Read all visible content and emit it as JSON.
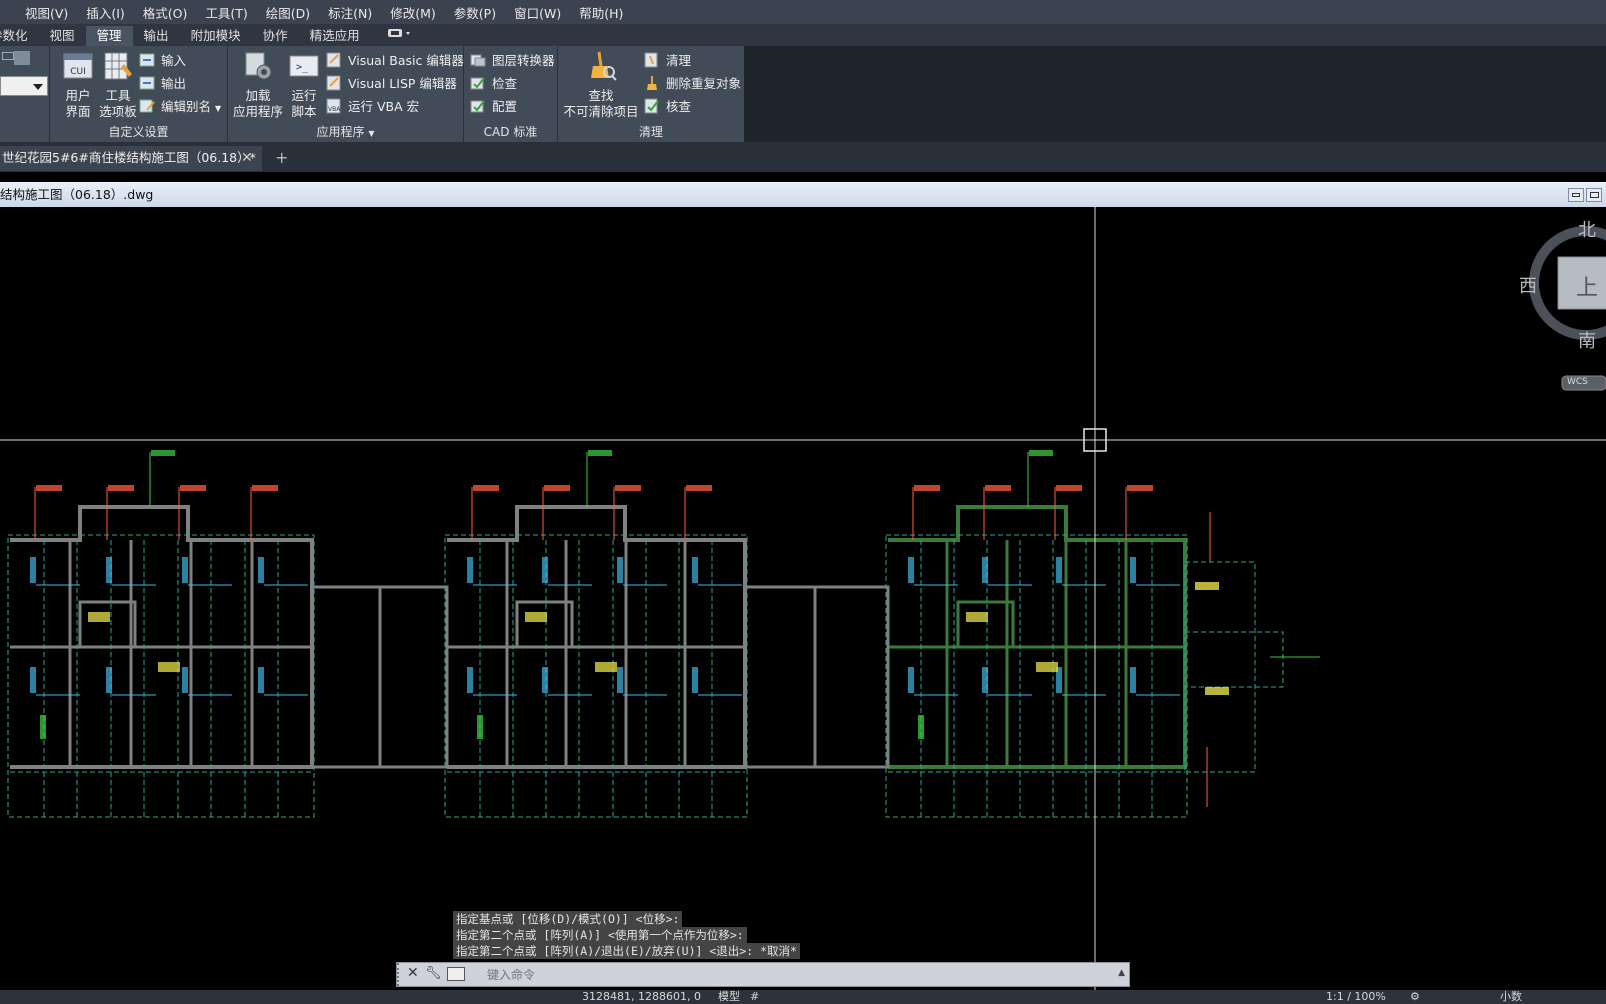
{
  "menubar": {
    "items": [
      "视图(V)",
      "插入(I)",
      "格式(O)",
      "工具(T)",
      "绘图(D)",
      "标注(N)",
      "修改(M)",
      "参数(P)",
      "窗口(W)",
      "帮助(H)"
    ]
  },
  "ribbon_tabs": {
    "items": [
      "参数化",
      "视图",
      "管理",
      "输出",
      "附加模块",
      "协作",
      "精选应用"
    ],
    "active": "管理"
  },
  "ribbon": {
    "customize": {
      "title": "自定义设置",
      "user_interface": "用户\n界面",
      "tool_palettes": "工具\n选项板",
      "import": "输入",
      "export": "输出",
      "edit_aliases": "编辑别名"
    },
    "apps": {
      "title": "应用程序",
      "load_app": "加载\n应用程序",
      "run_script": "运行\n脚本",
      "vba_editor": "Visual Basic 编辑器",
      "lisp_editor": "Visual LISP 编辑器",
      "run_vba": "运行 VBA 宏"
    },
    "cad_standards": {
      "title": "CAD 标准",
      "layer_translator": "图层转换器",
      "check": "检查",
      "configure": "配置"
    },
    "purge": {
      "title": "清理",
      "find_non_purgeable": "查找\n不可清除项目",
      "purge": "清理",
      "overkill": "删除重复对象",
      "audit": "核查"
    }
  },
  "file_tab": {
    "label": "世纪花园5#6#商住楼结构施工图（06.18）*",
    "close": "✕",
    "new": "+"
  },
  "drawing_window": {
    "title": "结构施工图（06.18）.dwg"
  },
  "viewcube": {
    "north": "北",
    "south": "南",
    "west": "西",
    "face": "上",
    "wcs": "WCS"
  },
  "command": {
    "history": [
      "指定基点或 [位移(D)/模式(O)] <位移>:",
      "指定第二个点或 [阵列(A)] <使用第一个点作为位移>:",
      "指定第二个点或 [阵列(A)/退出(E)/放弃(U)] <退出>: *取消*"
    ],
    "placeholder": "键入命令"
  },
  "statusbar": {
    "coords": "3128481, 1288601, 0",
    "model": "模型",
    "scale": "1:1 / 100%",
    "workspace": "小数"
  },
  "colors": {
    "wall": "#808080",
    "beam_dashed": "#2fa596",
    "label_red": "#ff5c3a",
    "label_cyan": "#3fb8e8",
    "label_yellow": "#e8e04a",
    "label_green": "#3ec83e",
    "selected_wall": "#3a7a3a"
  }
}
